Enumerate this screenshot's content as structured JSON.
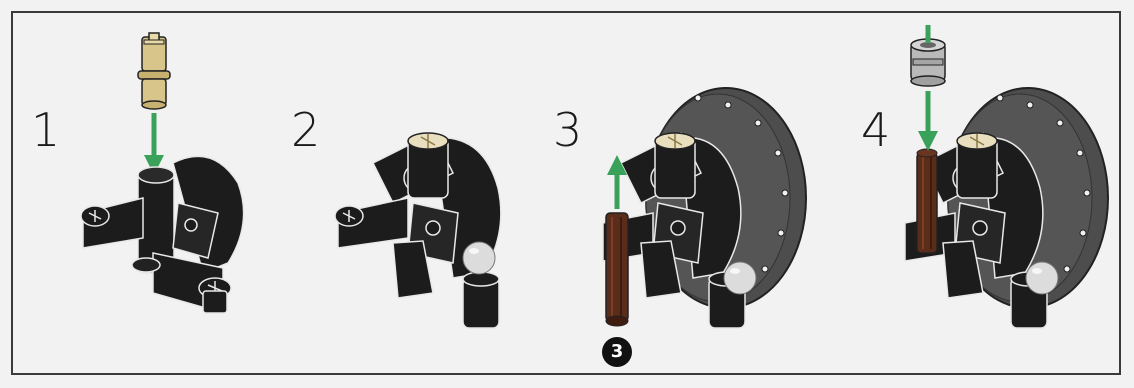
{
  "steps": [
    {
      "number": "1"
    },
    {
      "number": "2"
    },
    {
      "number": "3",
      "callout": "3"
    },
    {
      "number": "4"
    }
  ],
  "colors": {
    "background": "#f2f2f2",
    "border": "#3a3a3a",
    "part_black": "#1c1c1c",
    "part_outline": "#e8e8e8",
    "tan_pin": "#d8c58a",
    "brown_axle": "#5a2c1a",
    "disc_gray": "#4d4d4d",
    "arrow_green": "#3aa15a",
    "bushing_gray": "#b9b9b9"
  }
}
